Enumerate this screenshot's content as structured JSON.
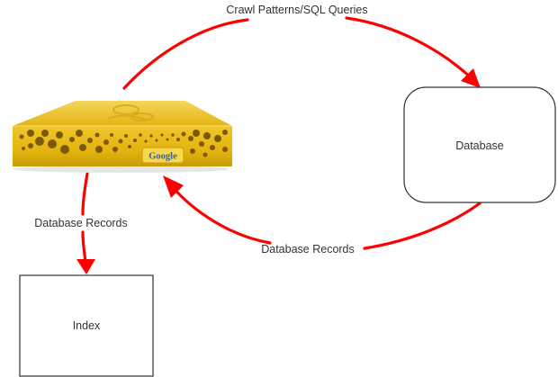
{
  "diagram": {
    "nodes": {
      "appliance": {
        "label": "Google",
        "kind": "search-appliance",
        "colors": {
          "front": "#e8b910",
          "top": "#f2cb3a",
          "holes": "#7a5a08",
          "badge": "#f6d84c",
          "badge_text": "#3a5aa8"
        }
      },
      "database": {
        "label": "Database"
      },
      "index": {
        "label": "Index"
      }
    },
    "edges": [
      {
        "from": "appliance",
        "to": "database",
        "label": "Crawl Patterns/SQL Queries"
      },
      {
        "from": "database",
        "to": "appliance",
        "label": "Database Records"
      },
      {
        "from": "appliance",
        "to": "index",
        "label": "Database Records"
      }
    ],
    "colors": {
      "arrow": "#ff0000",
      "box_stroke": "#333333",
      "text": "#333333"
    }
  }
}
